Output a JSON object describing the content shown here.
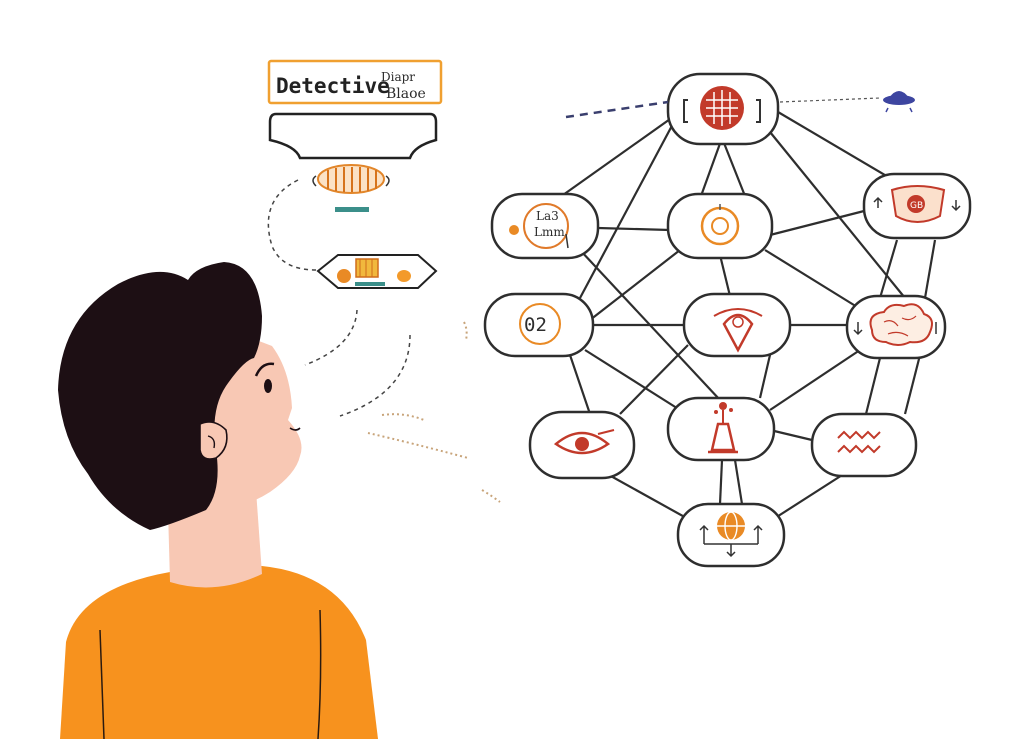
{
  "title_card": {
    "main": "Detective",
    "side_line1": "Diapr",
    "side_line2": "Blaoe"
  },
  "node_texts": {
    "left_top": "La3\nLmm",
    "left_mid": "02",
    "glyph_wave": "ᴧᴧᴧ"
  },
  "icons": [
    "brain-icon",
    "circle-target-icon",
    "digit-icon",
    "location-pin-icon",
    "cloud-brain-icon",
    "eye-icon",
    "candle-icon",
    "wave-icon",
    "globe-arrows-icon",
    "mask-icon",
    "clock-icon",
    "ufo-icon"
  ],
  "colors": {
    "accent_orange": "#f39a2a",
    "shirt_orange": "#f7921e",
    "hair": "#1d0f14",
    "skin": "#f8c8b4",
    "ink": "#2e2e2e",
    "icon_red": "#c23a2a"
  }
}
